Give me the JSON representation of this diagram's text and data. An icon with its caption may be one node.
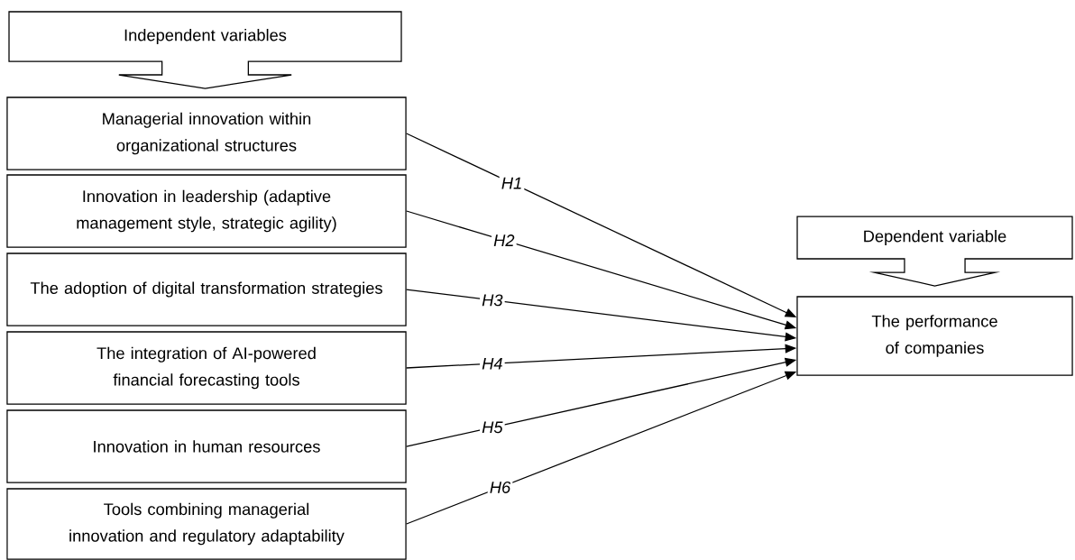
{
  "diagram": {
    "nodes": [
      {
        "text": [
          "Independent variables"
        ]
      },
      {
        "text": [
          "Managerial innovation within organizational structures"
        ]
      },
      {
        "text": [
          "Innovation in leadership (adaptive management style, strategic agility)"
        ]
      },
      {
        "text": [
          "The adoption of digital transformation strategies"
        ]
      },
      {
        "text": [
          "The integration of AI-powered financial forecasting tools"
        ]
      },
      {
        "text": [
          "Innovation in human resources"
        ]
      },
      {
        "text": [
          "Tools combining managerial innovation and regulatory adaptability"
        ]
      },
      {
        "text": [
          "Dependent variable"
        ]
      },
      {
        "text": [
          "The performance of companies"
        ]
      }
    ],
    "edges": [
      {
        "from": 1,
        "to": 8,
        "arrow": "to",
        "label": "H1"
      },
      {
        "from": 2,
        "to": 8,
        "arrow": "to",
        "label": "H2"
      },
      {
        "from": 3,
        "to": 8,
        "arrow": "to",
        "label": "H3"
      },
      {
        "from": 4,
        "to": 8,
        "arrow": "to",
        "label": "H4"
      },
      {
        "from": 5,
        "to": 8,
        "arrow": "to",
        "label": "H5"
      },
      {
        "from": 6,
        "to": 8,
        "arrow": "to",
        "label": "H6"
      }
    ]
  }
}
